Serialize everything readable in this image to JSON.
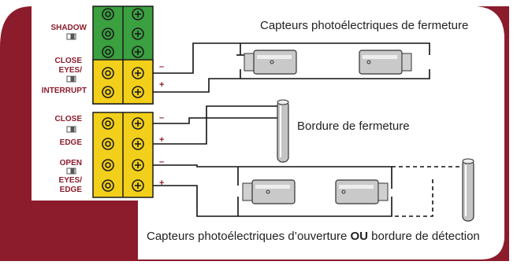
{
  "labels": {
    "closing_sensors": "Capteurs photoélectriques de fermeture",
    "closing_edge": "Bordure de fermeture",
    "opening_caption_before": "Capteurs photoélectriques d’ouverture ",
    "opening_caption_bold": "OU",
    "opening_caption_after": " bordure de détection"
  },
  "terminal_labels": {
    "shadow": "SHADOW",
    "close_eyes_1": "CLOSE",
    "close_eyes_2": "EYES/",
    "interrupt": "INTERRUPT",
    "close_edge_1": "CLOSE",
    "close_edge_2": "EDGE",
    "open_eyes_1": "OPEN",
    "open_eyes_2": "EYES/",
    "open_eyes_3": "EDGE"
  },
  "polarity": {
    "minus": "–",
    "plus": "+"
  },
  "colors": {
    "frame": "#8c1c2c",
    "terminal_green": "#3aa040",
    "terminal_yellow": "#f2cf1a",
    "wire": "#111111"
  }
}
